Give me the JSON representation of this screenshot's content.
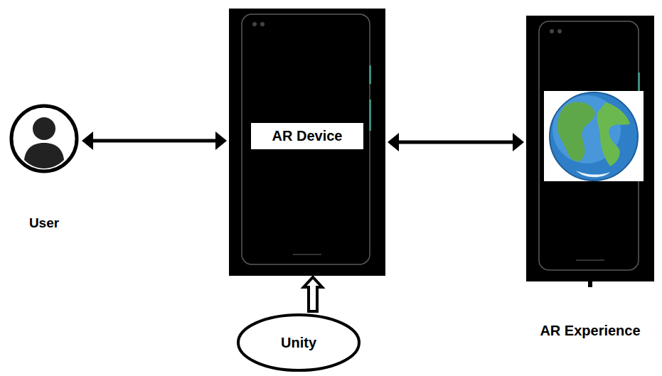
{
  "diagram": {
    "nodes": [
      {
        "text": [
          "User"
        ]
      },
      {
        "text": [
          "AR Device"
        ]
      },
      {
        "text": [
          "AR Experience"
        ]
      },
      {
        "text": [
          "Unity"
        ]
      }
    ],
    "edges": [
      {
        "from": 0,
        "to": 1,
        "arrow": "both"
      },
      {
        "from": 1,
        "to": 2,
        "arrow": "both"
      },
      {
        "from": 3,
        "to": 1,
        "arrow": "to"
      }
    ]
  }
}
